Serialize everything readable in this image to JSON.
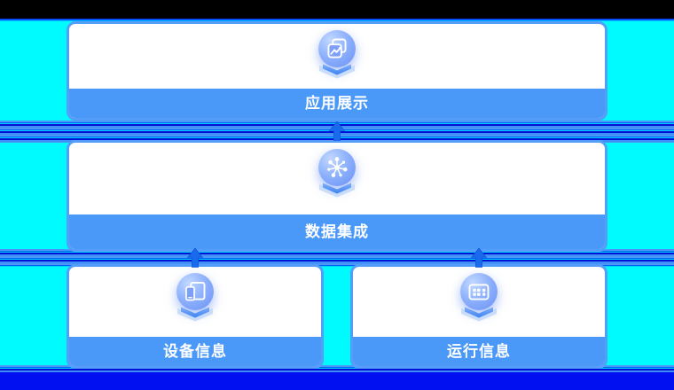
{
  "colors": {
    "background_cyan": "#00fbff",
    "top_bar": "#000000",
    "bottom_bar_blue": "#0010f0",
    "card_border": "#549efa",
    "card_footer": "#4a98f8",
    "arrow_blue": "#1a6beb",
    "icon_ball_light": "#c2d8ff",
    "icon_ball_dark": "#6890f5",
    "platform_light": "#c9ddfb",
    "platform_dark": "#3c83f3"
  },
  "nodes": [
    {
      "id": "app-display",
      "label": "应用展示",
      "icon": "chart-windows-icon"
    },
    {
      "id": "data-integration",
      "label": "数据集成",
      "icon": "data-hub-icon"
    },
    {
      "id": "device-info",
      "label": "设备信息",
      "icon": "devices-icon"
    },
    {
      "id": "run-info",
      "label": "运行信息",
      "icon": "control-panel-icon"
    }
  ],
  "connections": [
    {
      "from": "数据集成",
      "to": "应用展示",
      "direction": "up"
    },
    {
      "from": "设备信息",
      "to": "数据集成",
      "direction": "up"
    },
    {
      "from": "运行信息",
      "to": "数据集成",
      "direction": "up"
    }
  ]
}
